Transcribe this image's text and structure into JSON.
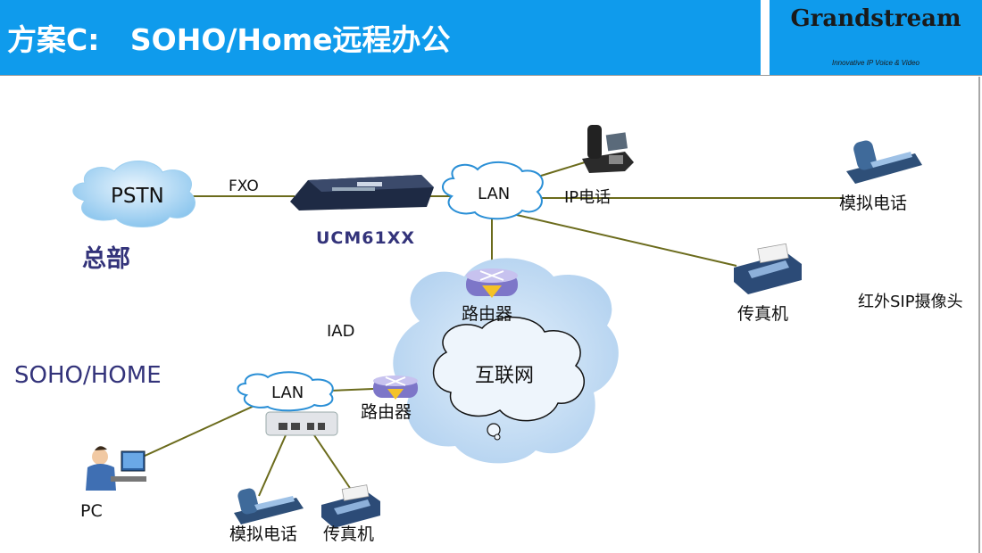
{
  "header": {
    "title": "方案C:   SOHO/Home远程办公",
    "logo_text": "Grandstream",
    "logo_tagline": "Innovative IP Voice & Video"
  },
  "hq": {
    "pstn": "PSTN",
    "fxo": "FXO",
    "label": "总部",
    "ucm": "UCM61XX",
    "lan": "LAN",
    "ip_phone": "IP电话",
    "analog_phone": "模拟电话",
    "fax": "传真机",
    "router": "路由器",
    "camera": "红外SIP摄像头"
  },
  "internet": {
    "label": "互联网"
  },
  "soho": {
    "label": "SOHO/HOME",
    "iad": "IAD",
    "lan": "LAN",
    "router": "路由器",
    "pc": "PC",
    "analog_phone": "模拟电话",
    "fax": "传真机"
  },
  "colors": {
    "header": "#0f9bec",
    "link_line": "#6b6b1c",
    "cloud": "#9dcff0",
    "internet_cloud": "#c4ddf6",
    "label_blue": "#33337a"
  }
}
